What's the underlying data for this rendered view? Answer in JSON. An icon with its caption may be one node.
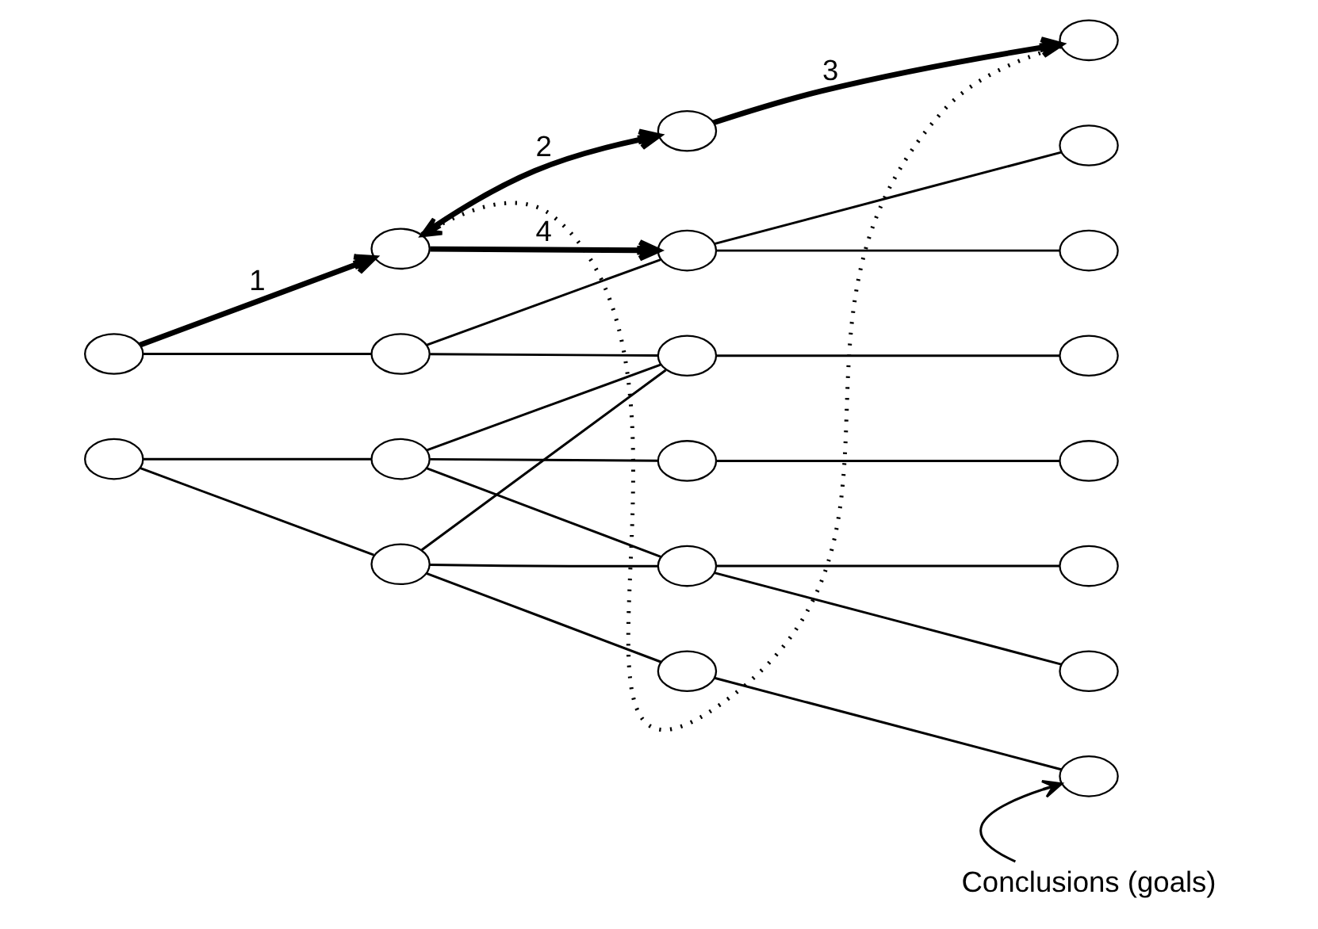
{
  "diagram": {
    "nodes": [
      {
        "text": [],
        "shape": "circle"
      },
      {
        "text": [],
        "shape": "circle"
      },
      {
        "text": [],
        "shape": "circle"
      },
      {
        "text": [],
        "shape": "circle"
      },
      {
        "text": [],
        "shape": "circle"
      },
      {
        "text": [],
        "shape": "circle"
      },
      {
        "text": [],
        "shape": "circle"
      },
      {
        "text": [],
        "shape": "circle"
      },
      {
        "text": [],
        "shape": "circle"
      },
      {
        "text": [],
        "shape": "circle"
      },
      {
        "text": [],
        "shape": "circle"
      },
      {
        "text": [],
        "shape": "circle"
      },
      {
        "text": [],
        "shape": "circle"
      },
      {
        "text": [],
        "shape": "circle"
      },
      {
        "text": [],
        "shape": "circle"
      },
      {
        "text": [],
        "shape": "circle"
      },
      {
        "text": [],
        "shape": "circle"
      },
      {
        "text": [],
        "shape": "circle"
      },
      {
        "text": [],
        "shape": "circle"
      },
      {
        "text": [],
        "shape": "circle"
      },
      {
        "text": [
          "Conclusions (goals)"
        ]
      }
    ],
    "edges": [
      {
        "from": 0,
        "to": 2,
        "arrow": "to",
        "label": "1",
        "style": "thick"
      },
      {
        "from": 0,
        "to": 3,
        "arrow": "none"
      },
      {
        "from": 1,
        "to": 4,
        "arrow": "none"
      },
      {
        "from": 1,
        "to": 5,
        "arrow": "none"
      },
      {
        "from": 2,
        "to": 6,
        "arrow": "to",
        "label": "2",
        "style": "thick"
      },
      {
        "from": 2,
        "to": 7,
        "arrow": "to",
        "label": "4",
        "style": "thick"
      },
      {
        "from": 3,
        "to": 7,
        "arrow": "none"
      },
      {
        "from": 3,
        "to": 8,
        "arrow": "none"
      },
      {
        "from": 4,
        "to": 8,
        "arrow": "none"
      },
      {
        "from": 4,
        "to": 9,
        "arrow": "none"
      },
      {
        "from": 4,
        "to": 10,
        "arrow": "none"
      },
      {
        "from": 5,
        "to": 8,
        "arrow": "none"
      },
      {
        "from": 5,
        "to": 10,
        "arrow": "none"
      },
      {
        "from": 5,
        "to": 11,
        "arrow": "none"
      },
      {
        "from": 6,
        "to": 12,
        "arrow": "to",
        "label": "3",
        "style": "thick"
      },
      {
        "from": 7,
        "to": 13,
        "arrow": "none"
      },
      {
        "from": 7,
        "to": 14,
        "arrow": "none"
      },
      {
        "from": 8,
        "to": 15,
        "arrow": "none"
      },
      {
        "from": 9,
        "to": 16,
        "arrow": "none"
      },
      {
        "from": 10,
        "to": 17,
        "arrow": "none"
      },
      {
        "from": 10,
        "to": 18,
        "arrow": "none"
      },
      {
        "from": 11,
        "to": 19,
        "arrow": "none"
      },
      {
        "from": 12,
        "to": 2,
        "arrow": "to",
        "style": "dashed"
      },
      {
        "from": 20,
        "to": 19,
        "arrow": "to"
      }
    ]
  }
}
